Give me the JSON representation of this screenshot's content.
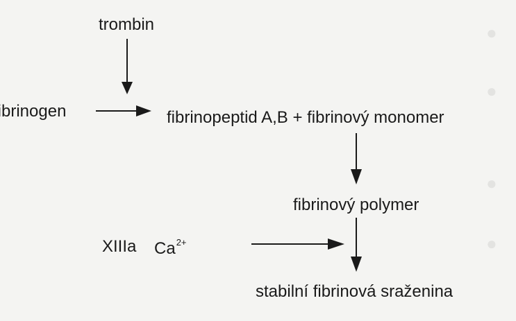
{
  "diagram": {
    "nodes": {
      "trombin": "trombin",
      "fibrinogen": "fibrinogen",
      "products": "fibrinopeptid A,B + fibrinový monomer",
      "polymer": "fibrinový polymer",
      "factor": "XIIIa",
      "ion": "Ca",
      "ion_charge": "2+",
      "clot": "stabilní fibrinová sraženina"
    },
    "edges": [
      {
        "from": "trombin",
        "to": "fibrinogen-to-products",
        "kind": "catalyst"
      },
      {
        "from": "fibrinogen",
        "to": "products",
        "kind": "reaction"
      },
      {
        "from": "products",
        "to": "polymer",
        "kind": "reaction"
      },
      {
        "from": "XIIIa + Ca2+",
        "to": "polymer-to-clot",
        "kind": "catalyst"
      },
      {
        "from": "polymer",
        "to": "clot",
        "kind": "reaction"
      }
    ]
  }
}
